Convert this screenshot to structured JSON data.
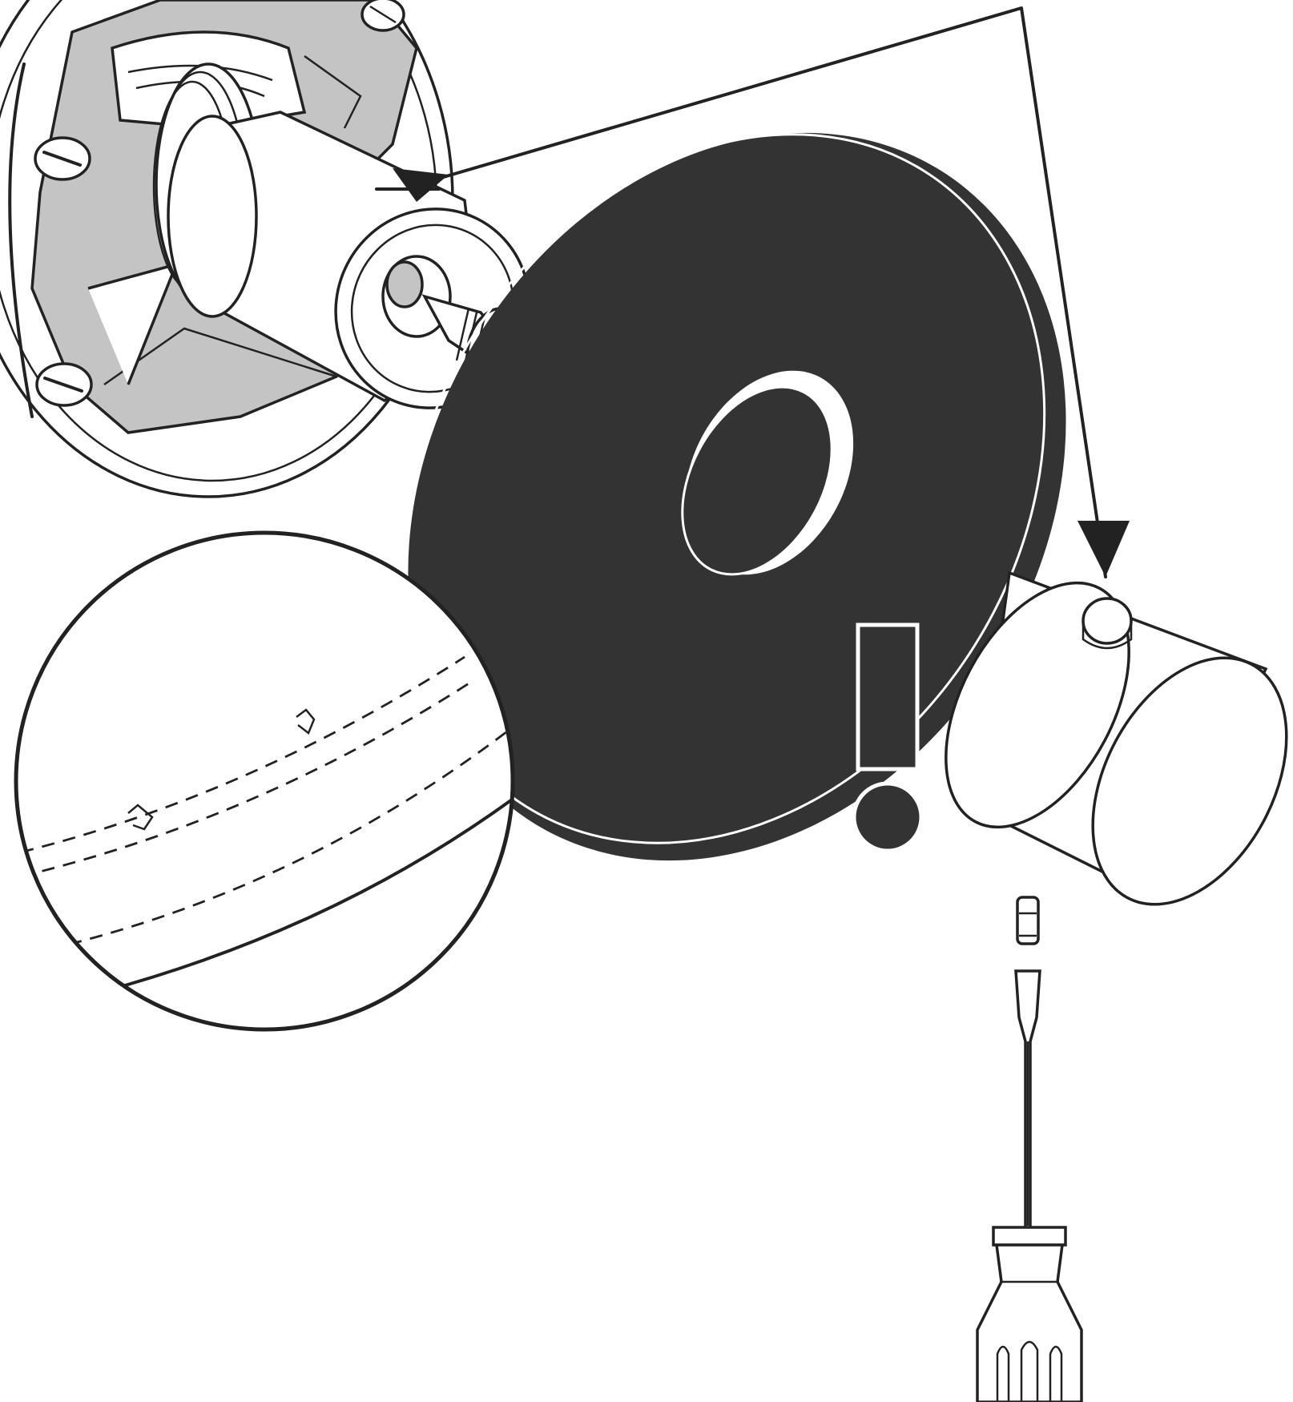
{
  "diagram": {
    "description_parts": [
      {
        "id": "valve-body",
        "icon": "valve-body"
      },
      {
        "id": "cartridge",
        "icon": "cartridge"
      },
      {
        "id": "escutcheon-plate",
        "icon": "escutcheon-plate"
      },
      {
        "id": "handle-knob",
        "icon": "handle-knob"
      },
      {
        "id": "set-screw",
        "icon": "set-screw"
      },
      {
        "id": "screwdriver",
        "icon": "screwdriver"
      },
      {
        "id": "detail-magnifier",
        "icon": "magnifier-circle"
      },
      {
        "id": "caution-symbol",
        "icon": "exclamation-mark"
      }
    ],
    "colors": {
      "ink": "#222222",
      "plate": "#333333",
      "shade": "#c4c4c4",
      "background": "#ffffff"
    }
  }
}
